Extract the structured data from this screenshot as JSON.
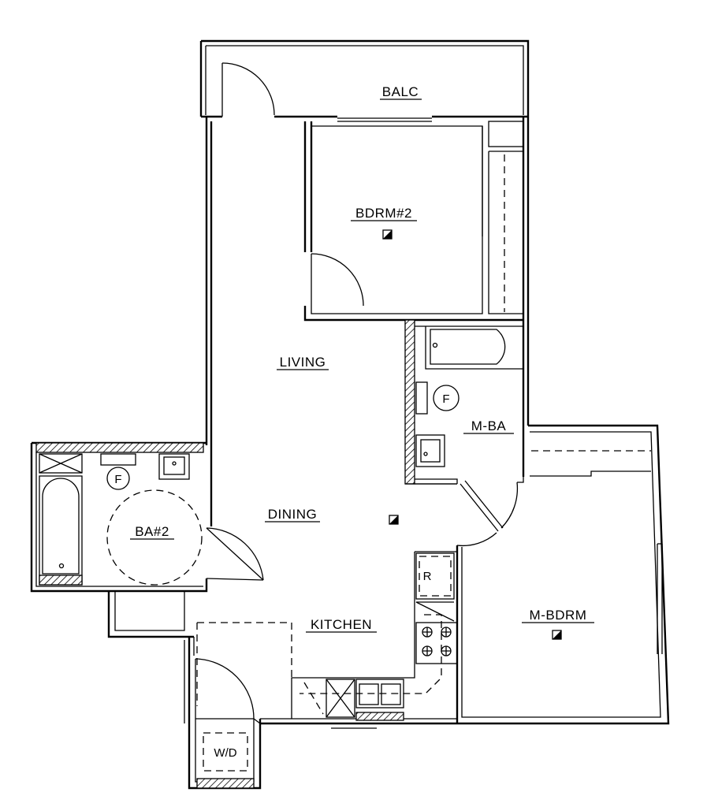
{
  "rooms": {
    "balcony": "BALC",
    "bedroom2": "BDRM#2",
    "living": "LIVING",
    "master_bath": "M-BA",
    "bath2": "BA#2",
    "dining": "DINING",
    "kitchen": "KITCHEN",
    "master_bedroom": "M-BDRM"
  },
  "fixtures": {
    "toilet_mark": "F",
    "refrigerator_mark": "R",
    "washer_dryer": "W/D"
  },
  "icons": {
    "sensor": "square-sensor-icon"
  }
}
